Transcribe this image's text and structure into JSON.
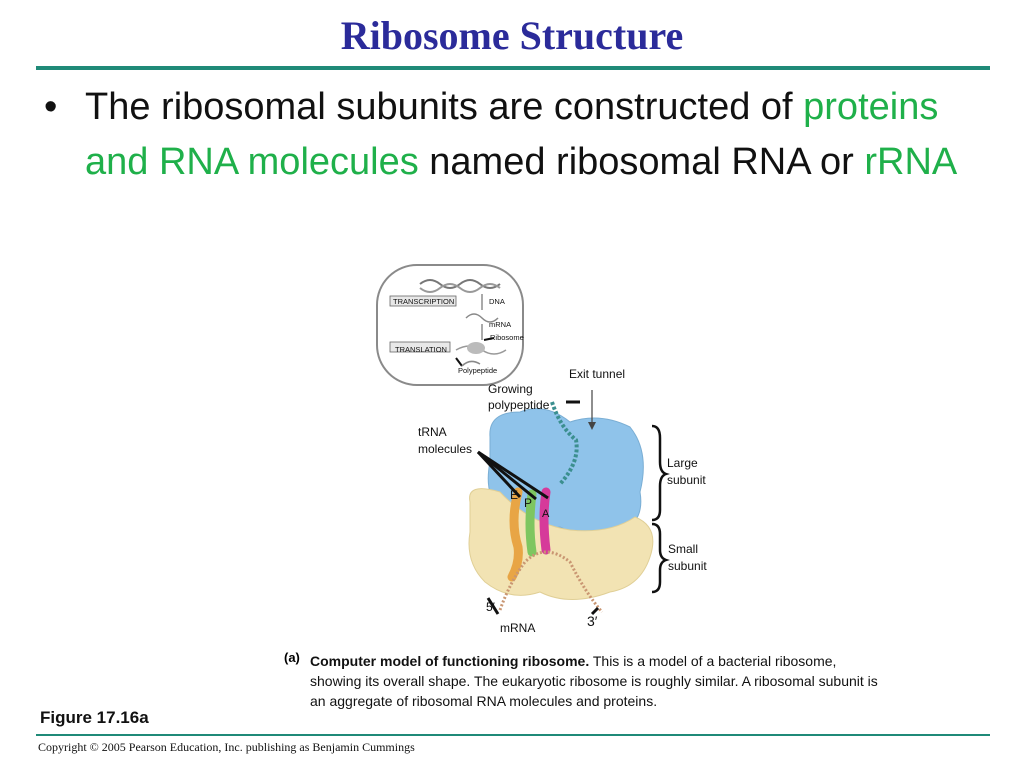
{
  "slide": {
    "title": "Ribosome Structure",
    "bullet_symbol": "•",
    "bullet": {
      "part1": "The ribosomal subunits are constructed of ",
      "part2": "proteins and RNA molecules",
      "part3": " named ribosomal RNA or ",
      "part4": "rRNA"
    },
    "accent_color": "#1fb04a",
    "title_color": "#2b2b9a",
    "rule_color": "#1f8a78"
  },
  "figure": {
    "inset": {
      "transcription": "TRANSCRIPTION",
      "dna": "DNA",
      "mrna": "mRNA",
      "ribosome": "Ribosome",
      "translation": "TRANSLATION",
      "polypeptide": "Polypeptide"
    },
    "labels": {
      "exit_tunnel": "Exit tunnel",
      "growing": "Growing",
      "polypeptide": "polypeptide",
      "trna": "tRNA",
      "molecules": "molecules",
      "large": "Large",
      "large_subunit": "subunit",
      "small": "Small",
      "small_subunit": "subunit",
      "site_e": "E",
      "site_p": "P",
      "site_a": "A",
      "five_prime": "5′",
      "three_prime": "3′",
      "mrna": "mRNA"
    },
    "caption_label": "(a)",
    "caption_bold": "Computer model of functioning ribosome.",
    "caption_text": " This is a model of a bacterial ribosome, showing its overall shape. The eukaryotic ribosome is roughly similar. A ribosomal subunit is an aggregate of ribosomal RNA molecules and proteins.",
    "figure_number": "Figure 17.16a"
  },
  "footer": {
    "copyright": "Copyright © 2005 Pearson Education, Inc. publishing as Benjamin Cummings"
  }
}
